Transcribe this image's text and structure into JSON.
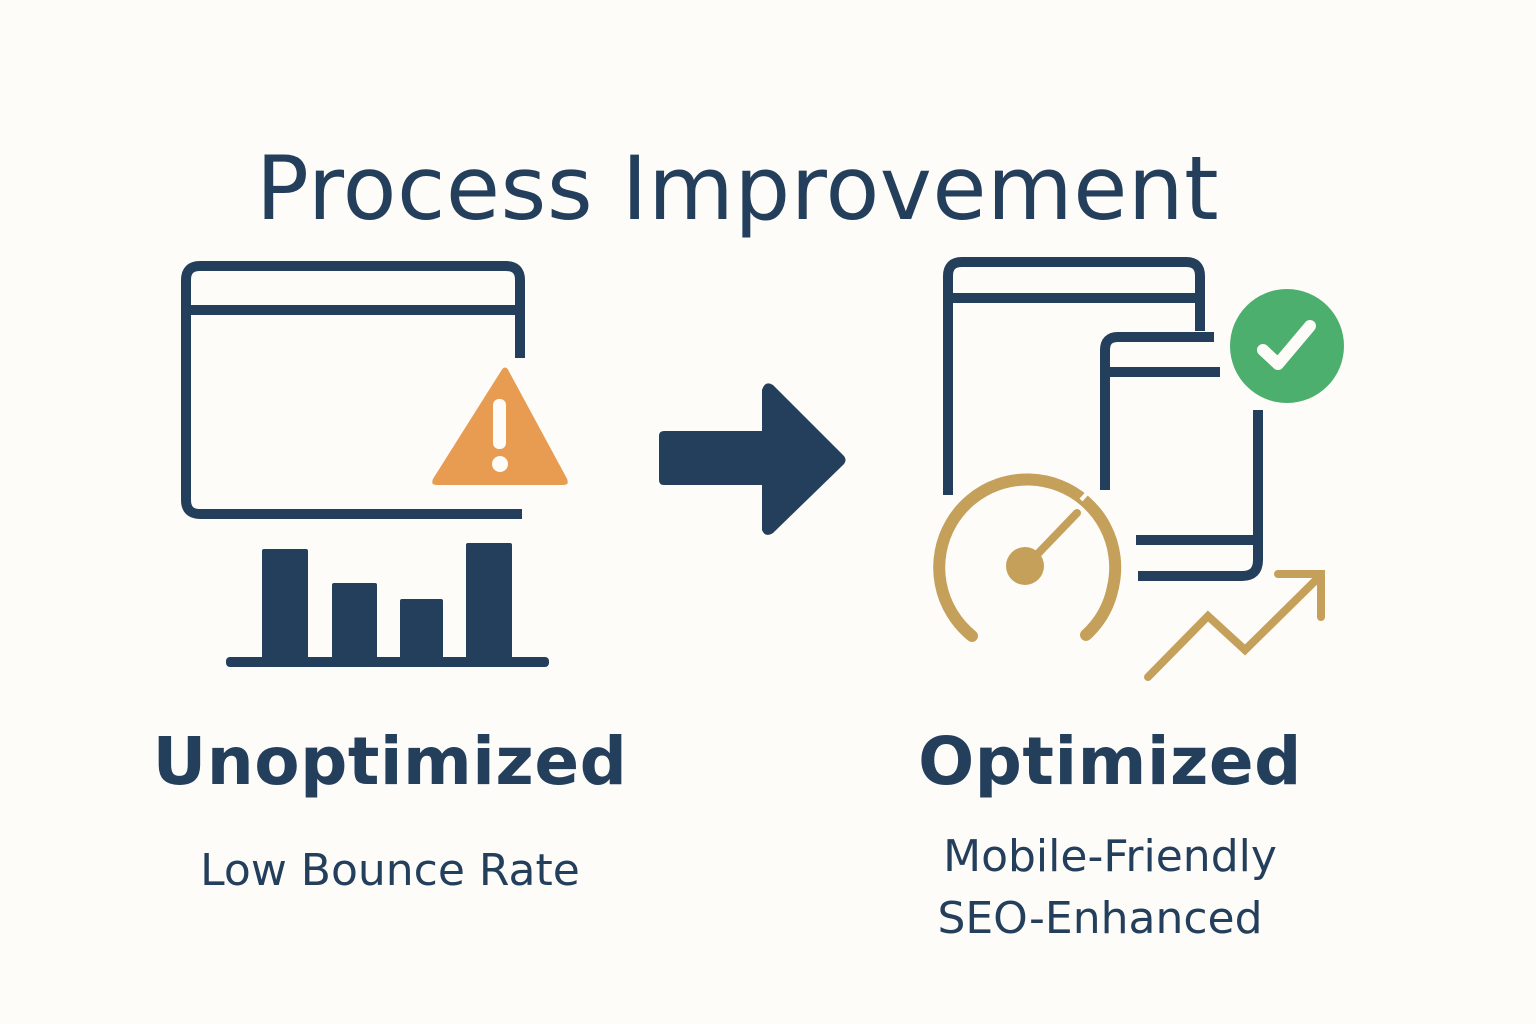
{
  "title": "Process Improvement",
  "colors": {
    "background": "#fdfcf8",
    "navy": "#243f5c",
    "warning_orange": "#e89c52",
    "success_green": "#4caf6e",
    "gold": "#c4a05a"
  },
  "before": {
    "heading": "Unoptimized",
    "caption": "Low Bounce Rate",
    "icons": [
      "browser-window-icon",
      "warning-triangle-icon",
      "bar-chart-icon"
    ]
  },
  "transition": {
    "icon": "arrow-right-icon"
  },
  "after": {
    "heading": "Optimized",
    "captions": [
      "Mobile-Friendly",
      "SEO-Enhanced"
    ],
    "icons": [
      "browser-window-icon",
      "mobile-device-icon",
      "checkmark-circle-icon",
      "speedometer-icon",
      "trend-up-arrow-icon"
    ]
  }
}
